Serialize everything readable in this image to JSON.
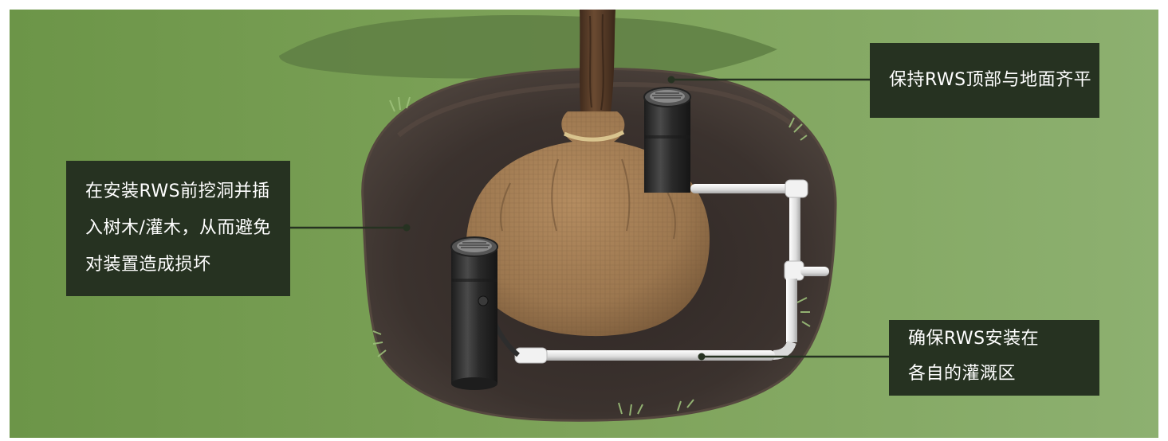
{
  "callouts": {
    "top": {
      "text": "保持RWS顶部与地面齐平"
    },
    "left": {
      "lines": [
        "在安装RWS前挖洞并插",
        "入树木/灌木，从而避免",
        "对装置造成损坏"
      ]
    },
    "bottom": {
      "lines": [
        "确保RWS安装在",
        "各自的灌溉区"
      ]
    }
  },
  "colors": {
    "grass_light": "#87a866",
    "grass_mid": "#72984f",
    "soil_dark": "#3a302c",
    "soil_rim": "#4a3e39",
    "root_ball": "#a07c54",
    "trunk": "#5a3d28",
    "rws_tube": "#2e2e2e",
    "pipe": "#e8e8e8",
    "callout_bg": "#263221",
    "callout_text": "#ffffff"
  },
  "icons": [
    "rws-watering-tube",
    "tree-root-ball",
    "irrigation-pipe",
    "tree-canopy-shadow"
  ]
}
